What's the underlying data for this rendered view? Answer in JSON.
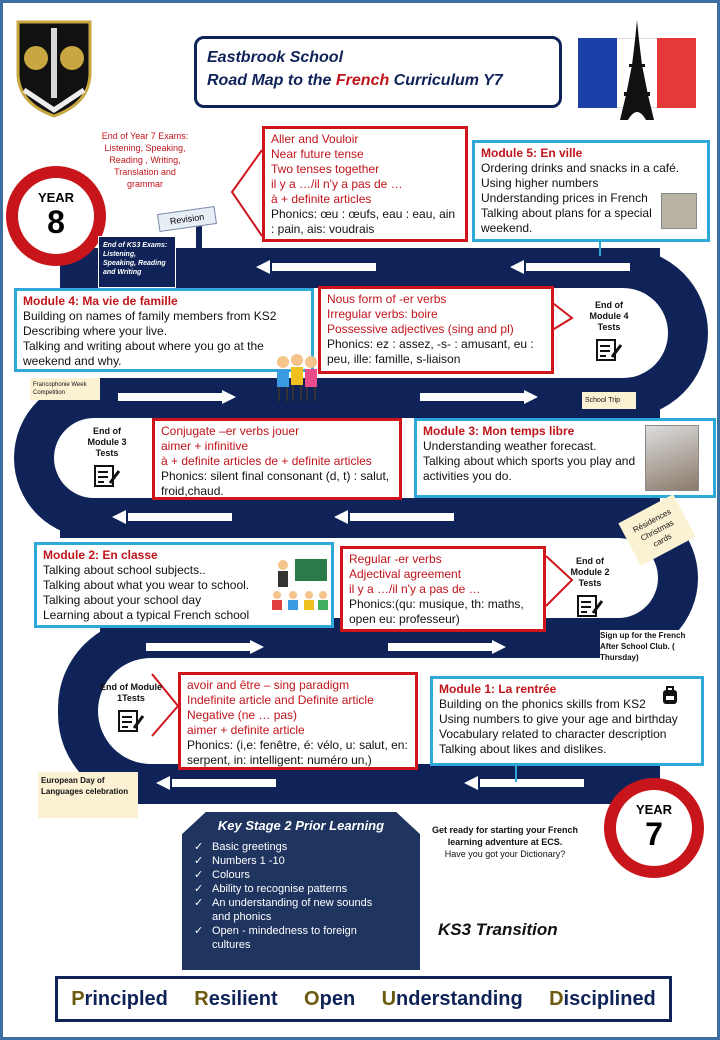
{
  "header": {
    "school": "Eastbrook School",
    "title_pre": "Road Map to the ",
    "title_highlight": "French",
    "title_post": " Curriculum Y7"
  },
  "year8": {
    "label": "YEAR",
    "number": "8"
  },
  "year7": {
    "label": "YEAR",
    "number": "7"
  },
  "notes": {
    "y7_exams": "End of Year 7 Exams: Listening, Speaking, Reading , Writing, Translation and grammar",
    "revision": "Revision",
    "ks3_exams": "End of KS3 Exams: Listening, Speaking, Reading and Writing",
    "francophonie": "Francophonie Week Competition",
    "school_trip": "School Trip",
    "residences": "Résidences Christmas cards",
    "after_school": "Sign up for the French After School Club. ( Thursday)",
    "european_day": "European Day of Languages celebration"
  },
  "tests": {
    "m4": "End of Module 4 Tests",
    "m3": "End of Module 3 Tests",
    "m2": "End of Module 2 Tests",
    "m1": "End of Module 1Tests"
  },
  "grammar_top": {
    "red": [
      "Aller and Vouloir",
      "Near future tense",
      "Two tenses together",
      "il y a …/il n'y a pas de …",
      "à + definite articles"
    ],
    "black": "Phonics: œu : œufs, eau : eau, ain : pain, ais: voudrais"
  },
  "module5": {
    "title": "Module 5: En ville",
    "lines": [
      "Ordering drinks and snacks in a café.",
      "Using higher numbers",
      "Understanding prices in French",
      "Talking about plans for a special weekend."
    ]
  },
  "module4": {
    "title": "Module 4: Ma vie de famille",
    "lines": [
      "Building on names of family members  from KS2",
      "Describing where your live.",
      "Talking and writing about where you go at the weekend and why."
    ]
  },
  "grammar_m4": {
    "red": [
      "Nous form of -er verbs",
      "Irregular verbs: boire",
      "Possessive adjectives (sing and pl)"
    ],
    "black": "Phonics: ez : assez, -s- : amusant, eu : peu, ille: famille, s-liaison"
  },
  "grammar_m3": {
    "red": [
      "Conjugate –er verbs jouer",
      "aimer + infinitive",
      "à + definite articles  de + definite articles"
    ],
    "black": "Phonics:  silent final consonant (d, t) : salut, froid,chaud."
  },
  "module3": {
    "title": "Module 3: Mon temps libre",
    "lines": [
      "Understanding weather forecast.",
      "Talking about which sports you play and activities you do."
    ]
  },
  "module2": {
    "title": "Module 2: En classe",
    "lines": [
      "Talking about school subjects..",
      "Talking about what you wear to school.",
      "Talking about your school day",
      "Learning about a typical French school"
    ]
  },
  "grammar_m2": {
    "red": [
      "Regular -er verbs",
      "Adjectival agreement",
      "il y a …/il n'y a pas de …"
    ],
    "black": "Phonics:(qu: musique, th: maths, open eu: professeur)"
  },
  "grammar_m1": {
    "red": [
      "avoir and être – sing paradigm",
      "Indefinite article and Definite article",
      "Negative (ne … pas)",
      "aimer + definite article"
    ],
    "black": "Phonics: (i,e: fenêtre, é: vélo, u: salut, en: serpent, in: intelligent: numéro un,)"
  },
  "module1": {
    "title": "Module 1: La rentrée",
    "lines": [
      "Building on the phonics skills from KS2",
      "Using numbers to give your age and birthday",
      "Vocabulary related to character description",
      "Talking about likes and dislikes."
    ]
  },
  "ks2": {
    "title": "Key Stage 2 Prior Learning",
    "items": [
      "Basic greetings",
      "Numbers 1 -10",
      "Colours",
      "Ability to recognise patterns",
      "An understanding of new sounds and phonics",
      "Open - mindedness to foreign cultures"
    ]
  },
  "ready": {
    "line1": "Get ready for starting your French learning adventure at ECS.",
    "line2": "Have you got your Dictionary?"
  },
  "ks3_transition": "KS3 Transition",
  "values": [
    {
      "initial": "P",
      "rest": "rincipled"
    },
    {
      "initial": "R",
      "rest": "esilient"
    },
    {
      "initial": "O",
      "rest": "pen"
    },
    {
      "initial": "U",
      "rest": "nderstanding"
    },
    {
      "initial": "D",
      "rest": "isciplined"
    }
  ],
  "colors": {
    "road": "#0f2358",
    "red_border": "#d0141b",
    "blue_border": "#2ea8d8",
    "value_initial": "#6b5a10"
  }
}
